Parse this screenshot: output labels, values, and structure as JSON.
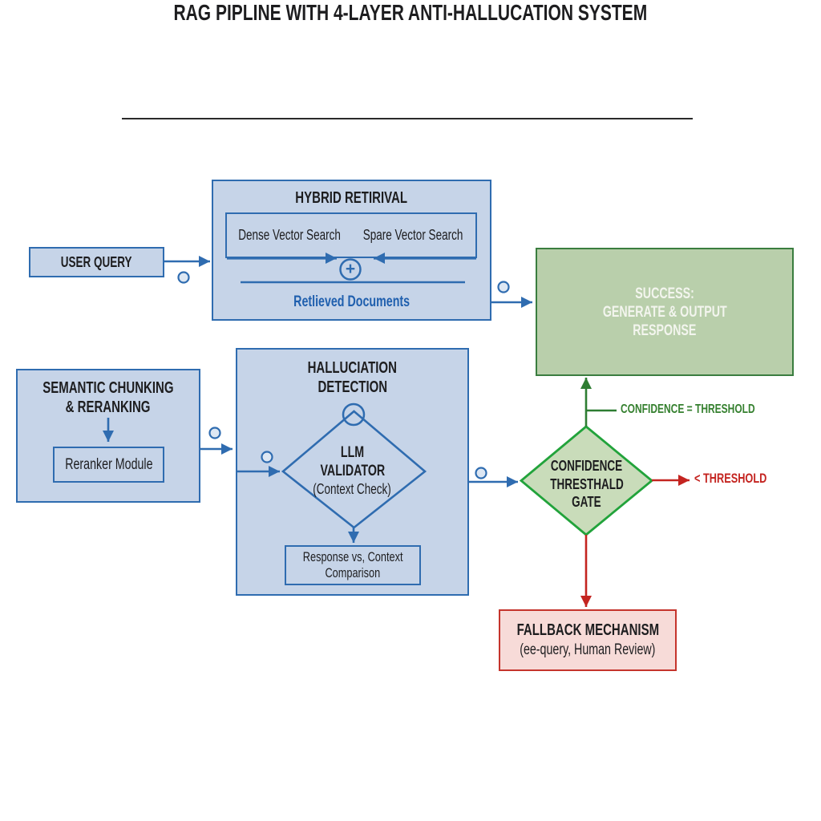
{
  "title": {
    "text": "RAG PIPLINE WITH 4-LAYER ANTI-HALLUCATION SYSTEM"
  },
  "nodes": {
    "user_query": {
      "label": "USER QUERY"
    },
    "hybrid_retrieval": {
      "title": "HYBRID RETIRIVAL",
      "dense_search": "Dense Vector Search",
      "sparse_search": "Spare Vector Search",
      "retrieved_docs": "Retlieved Documents"
    },
    "success": {
      "line1": "SUCCESS:",
      "line2": "GENERATE & OUTPUT",
      "line3": "RESPONSE"
    },
    "semantic_chunking": {
      "title_line1": "SEMANTIC CHUNKING",
      "title_line2": "& RERANKING",
      "reranker": "Reranker Module"
    },
    "hallucination_detection": {
      "title_line1": "HALLUCIATION",
      "title_line2": "DETECTION",
      "validator_line1": "LLM",
      "validator_line2": "VALIDATOR",
      "validator_line3": "(Context Check)",
      "comparison_line1": "Response vs, Context",
      "comparison_line2": "Comparison"
    },
    "confidence_gate": {
      "line1": "CONFIDENCE",
      "line2": "THRESTHALD",
      "line3": "GATE"
    },
    "fallback": {
      "line1": "FALLBACK MECHANISM",
      "line2": "(ee-query, Human Review)"
    }
  },
  "edge_labels": {
    "confidence_equal": "CONFIDENCE = THRESHOLD",
    "below_threshold": "< THRESHOLD"
  },
  "icons": {
    "merge_plus": "+"
  },
  "colors": {
    "blue_fill": "#c6d4e8",
    "blue_border": "#2f6cb0",
    "blue_text": "#1f5fae",
    "dark_text": "#1d1d1f",
    "dot_fill": "#dde7f3",
    "success_fill": "#b9cfab",
    "success_border": "#3a7d3f",
    "success_text": "#f3f5ee",
    "green_line": "#2e7d32",
    "green_text": "#35802f",
    "gate_fill": "#c9dcba",
    "gate_border": "#22a33b",
    "red": "#c42420",
    "fallback_fill": "#f7dbd8",
    "fallback_border": "#c5342c",
    "underline": "#2b2b2b"
  }
}
